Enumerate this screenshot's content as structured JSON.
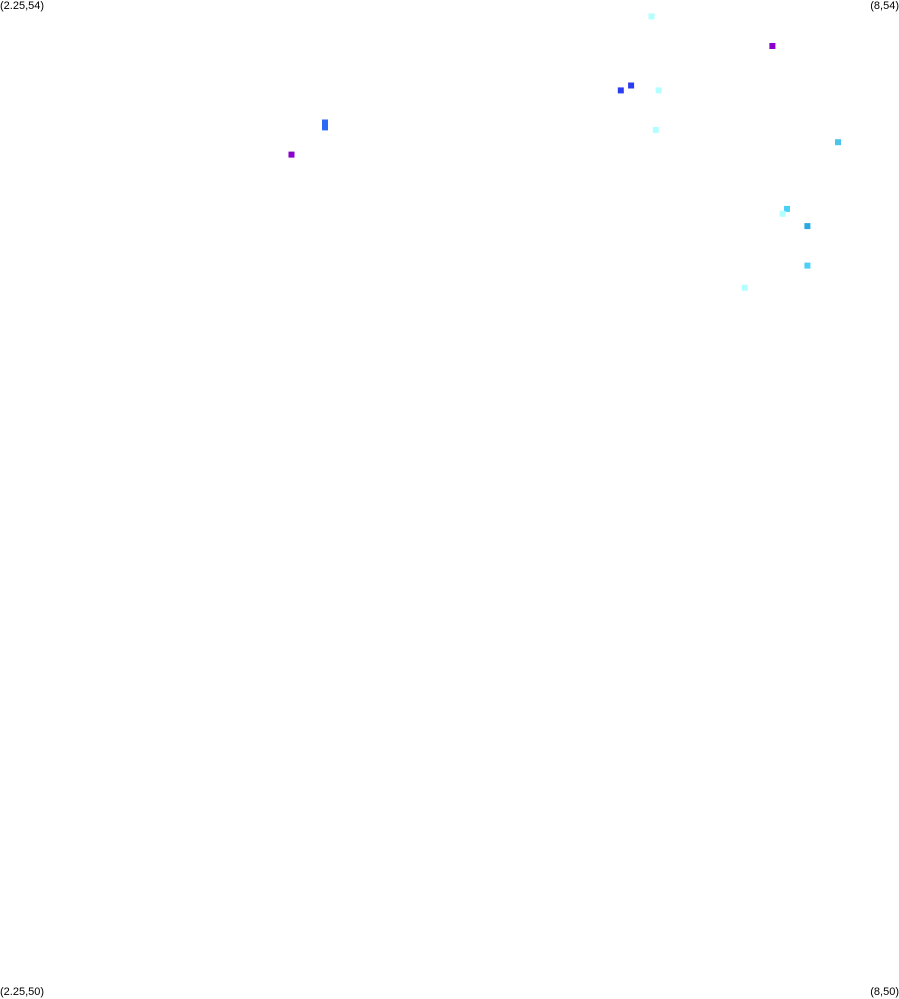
{
  "corners": {
    "top_left": "(2.25,54)",
    "top_right": "(8,54)",
    "bottom_left": "(2.25,50)",
    "bottom_right": "(8,50)"
  },
  "chart_data": {
    "type": "scatter",
    "title": "",
    "xlabel": "",
    "ylabel": "",
    "xlim": [
      2.25,
      8
    ],
    "ylim": [
      50,
      54
    ],
    "grid": false,
    "legend": "none",
    "points": [
      {
        "x": 6.72,
        "y": 53.97,
        "color": "#b3ffff"
      },
      {
        "x": 7.55,
        "y": 53.85,
        "color": "#8800cc"
      },
      {
        "x": 6.58,
        "y": 53.69,
        "color": "#2a3df0"
      },
      {
        "x": 6.51,
        "y": 53.67,
        "color": "#2a3df0"
      },
      {
        "x": 6.77,
        "y": 53.67,
        "color": "#b3ffff"
      },
      {
        "x": 4.48,
        "y": 53.54,
        "color": "#2a6af5"
      },
      {
        "x": 4.48,
        "y": 53.52,
        "color": "#2a6af5"
      },
      {
        "x": 6.75,
        "y": 53.51,
        "color": "#b3ffff"
      },
      {
        "x": 8.0,
        "y": 53.46,
        "color": "#4cc4ea"
      },
      {
        "x": 4.25,
        "y": 53.41,
        "color": "#8800cc"
      },
      {
        "x": 7.65,
        "y": 53.19,
        "color": "#4cd0f5"
      },
      {
        "x": 7.62,
        "y": 53.17,
        "color": "#b3ffff"
      },
      {
        "x": 7.79,
        "y": 53.12,
        "color": "#2aa8e0"
      },
      {
        "x": 7.79,
        "y": 52.96,
        "color": "#4cd0f5"
      },
      {
        "x": 7.36,
        "y": 52.87,
        "color": "#b3ffff"
      }
    ]
  }
}
